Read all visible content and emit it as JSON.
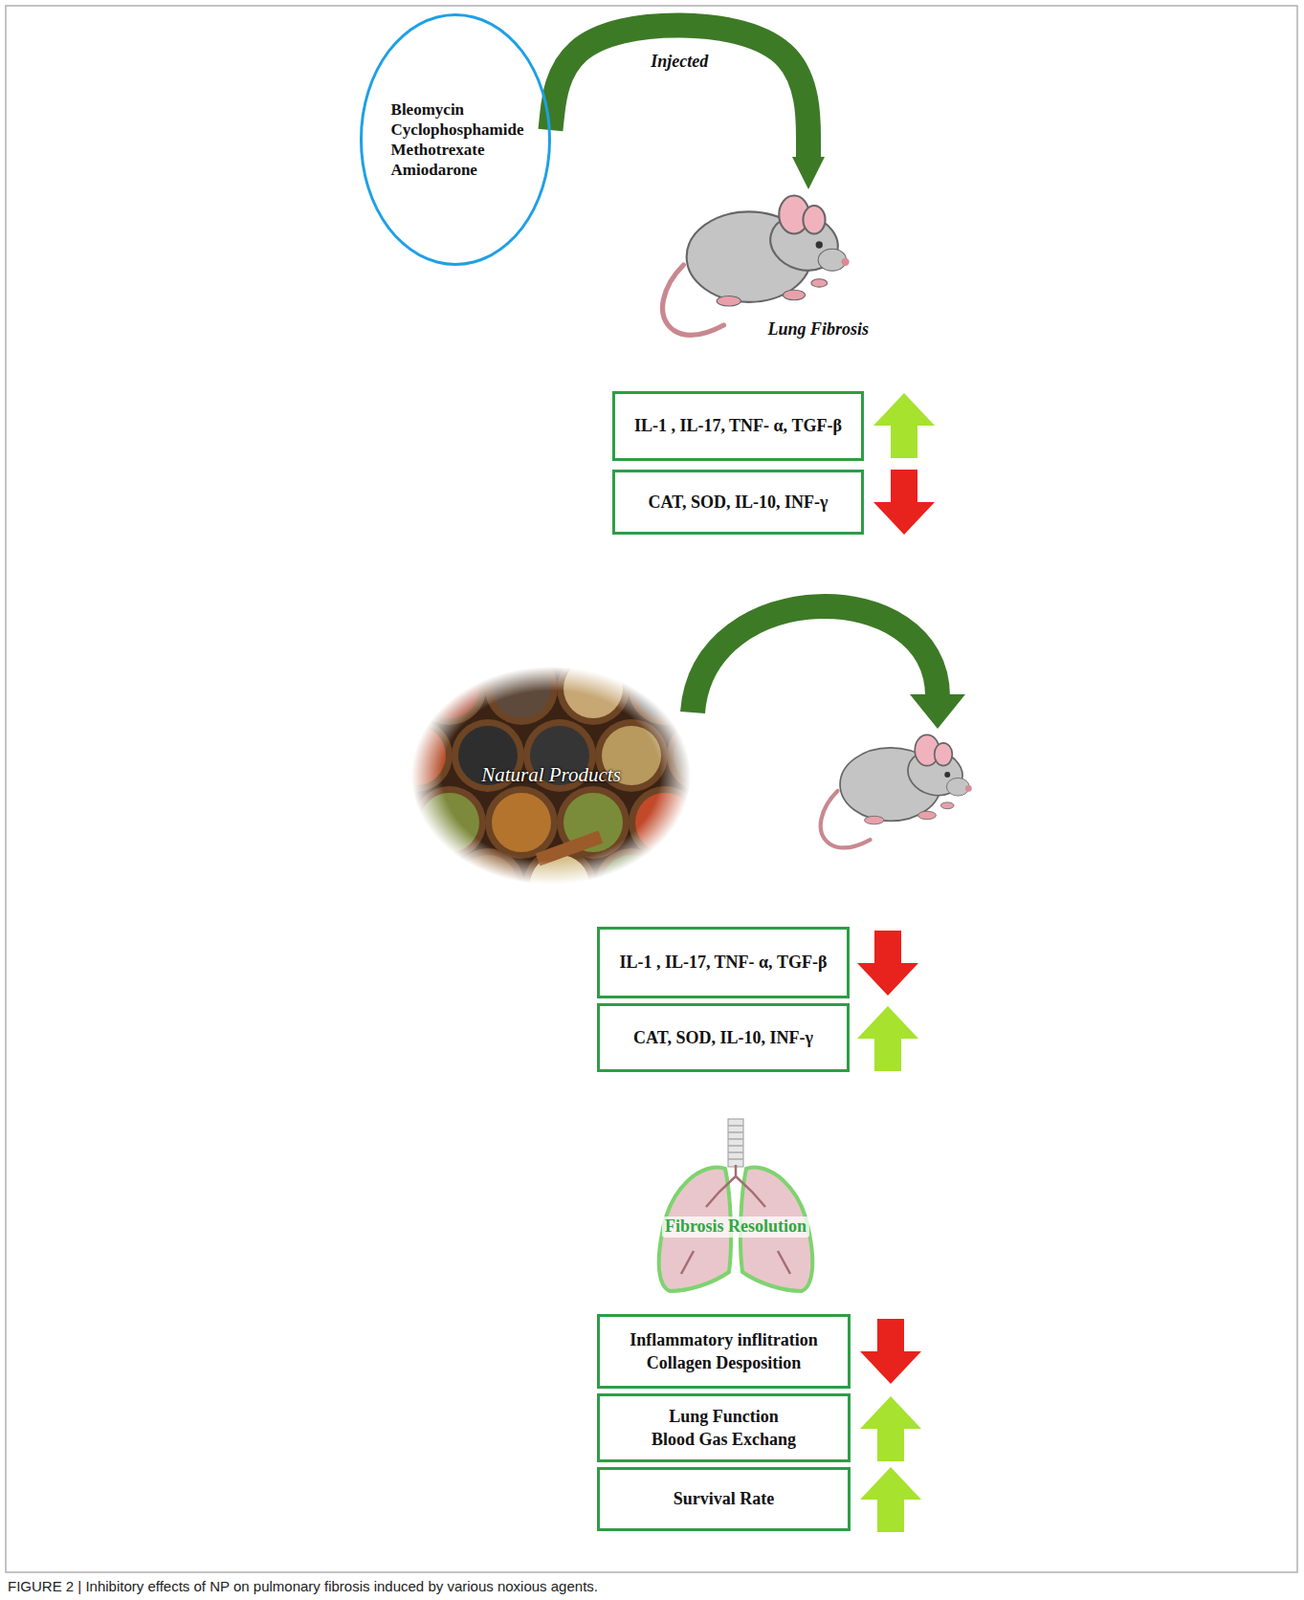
{
  "diagram": {
    "caption": "FIGURE 2 | Inhibitory effects of NP on pulmonary fibrosis induced by various noxious agents.",
    "nodes": [
      {
        "text": [
          "Bleomycin",
          "Cyclophosphamide",
          "Methotrexate",
          "Amiodarone"
        ]
      },
      {
        "text": [
          "Lung Fibrosis"
        ]
      },
      {
        "text": [
          "IL-1 , IL-17, TNF- α, TGF-β"
        ]
      },
      {
        "text": [
          "CAT, SOD, IL-10, INF-γ"
        ]
      },
      {
        "text": [
          "Natural Products"
        ]
      },
      {
        "text": [
          "IL-1 , IL-17, TNF- α, TGF-β"
        ]
      },
      {
        "text": [
          "CAT, SOD, IL-10, INF-γ"
        ]
      },
      {
        "text": [
          "Fibrosis Resolution"
        ]
      },
      {
        "text": [
          "Inflammatory inflitration",
          "Collagen Desposition"
        ]
      },
      {
        "text": [
          "Lung Function",
          "Blood Gas Exchang"
        ]
      },
      {
        "text": [
          "Survival Rate"
        ]
      }
    ],
    "edges": [
      {
        "from": 0,
        "to": 1,
        "arrow": "to",
        "label": "Injected"
      }
    ]
  }
}
